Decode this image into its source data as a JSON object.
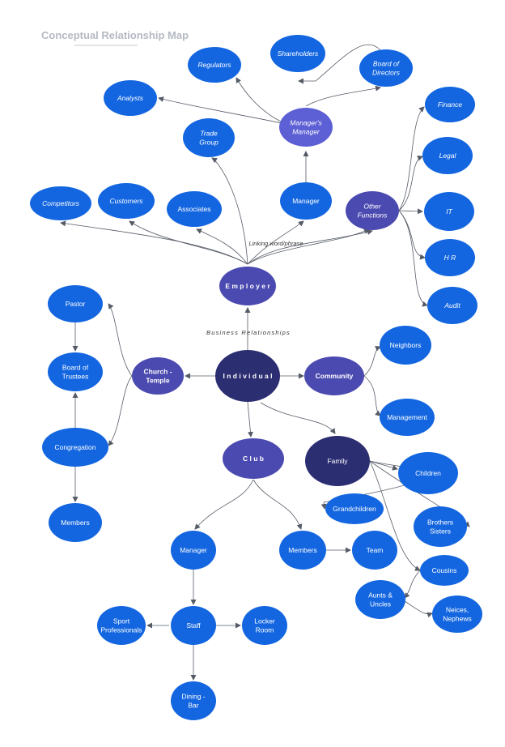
{
  "title": "Conceptual  Relationship Map",
  "colors": {
    "blue": "#1366e0",
    "purple": "#4b4ab0",
    "navy": "#2c2e72",
    "lavender": "#5d5fd4",
    "edge": "#555b66",
    "title": "#b4b9c3"
  },
  "captions": {
    "linking": "Linking word/phrase",
    "business": "Business Relationships"
  },
  "nodes": {
    "regulators": [
      "Regulators"
    ],
    "shareholders": [
      "Shareholders"
    ],
    "board_directors": [
      "Board    of",
      "Directors"
    ],
    "analysts": [
      "Analysts"
    ],
    "trade_group": [
      "Trade",
      "Group"
    ],
    "managers_manager": [
      "Manager's",
      "Manager"
    ],
    "finance": [
      "Finance"
    ],
    "legal": [
      "Legal"
    ],
    "competitors": [
      "Competitors"
    ],
    "customers": [
      "Customers"
    ],
    "associates": [
      "Associates"
    ],
    "manager_emp": [
      "Manager"
    ],
    "other_functions": [
      "Other",
      "Functions"
    ],
    "it": [
      "IT"
    ],
    "hr": [
      "H R"
    ],
    "audit": [
      "Audit"
    ],
    "employer": [
      "E m p l o y e r"
    ],
    "pastor": [
      "Pastor"
    ],
    "board_trustees": [
      "Board    of",
      "Trustees"
    ],
    "church": [
      "Church   -",
      "Temple"
    ],
    "individual": [
      "I n d i v i d u a l"
    ],
    "community": [
      "Community"
    ],
    "neighbors": [
      "Neighbors"
    ],
    "management": [
      "Management"
    ],
    "congregation": [
      "Congregation"
    ],
    "members_church": [
      "Members"
    ],
    "club": [
      "C l u b"
    ],
    "family": [
      "Family"
    ],
    "children": [
      "Children"
    ],
    "grandchildren": [
      "Grandchildren"
    ],
    "brothers_sisters": [
      "Brothers",
      "Sisters"
    ],
    "manager_club": [
      "Manager"
    ],
    "members_club": [
      "Members"
    ],
    "team": [
      "Team"
    ],
    "cousins": [
      "Cousins"
    ],
    "aunts_uncles": [
      "Aunts &",
      "Uncles"
    ],
    "nieces_nephews": [
      "Neices,",
      "Nephews"
    ],
    "sport_professionals": [
      "Sport",
      "Professionals"
    ],
    "staff": [
      "Staff"
    ],
    "locker_room": [
      "Locker",
      "Room"
    ],
    "dining_bar": [
      "Dining     -",
      "Bar"
    ]
  }
}
